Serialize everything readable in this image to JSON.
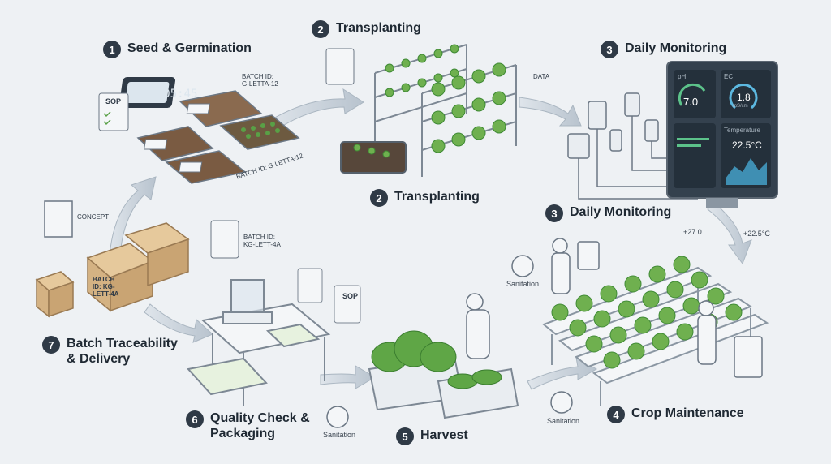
{
  "steps": [
    {
      "num": "1",
      "title": "Seed & Germination"
    },
    {
      "num": "2",
      "title": "Transplanting"
    },
    {
      "num": "3",
      "title": "Daily Monitoring"
    },
    {
      "num": "2",
      "title": "Transplanting"
    },
    {
      "num": "3",
      "title": "Daily Monitoring"
    },
    {
      "num": "4",
      "title": "Crop Maintenance"
    },
    {
      "num": "5",
      "title": "Harvest"
    },
    {
      "num": "6",
      "title": "Quality Check & Packaging"
    },
    {
      "num": "7",
      "title": "Batch Traceability & Delivery"
    }
  ],
  "labels": {
    "timer": "00:05:45",
    "sop": "SOP",
    "sop2": "SOP",
    "batch_id_label": "BATCH ID:",
    "batch_id_1": "G-LETTA-12",
    "batch_id_tray": "BATCH ID: G-LETTA-12",
    "batch_id_2_label": "BATCH ID:",
    "batch_id_2": "KG-LETT-4A",
    "box_label": "BATCH ID: KG-LETT-4A",
    "concept": "CONCEPT",
    "data": "DATA",
    "sanitation_1": "Sanitation",
    "sanitation_2": "Sanitation",
    "sanitation_3": "Sanitation",
    "reading_temp_left": "+27.0",
    "reading_temp_right": "+22.5°C"
  },
  "monitor": {
    "ph": "7.0",
    "ph_label": "pH",
    "ec_label": "EC",
    "ec": "1.8",
    "ec_unit": "mS/cm",
    "temp_label": "Temperature",
    "temp": "22.5°C"
  },
  "colors": {
    "accent": "#2f3a46",
    "leaf": "#6fb04f",
    "leaf_dark": "#3f8a35",
    "arrow": "#c9d2db",
    "screen": "#34414e"
  }
}
